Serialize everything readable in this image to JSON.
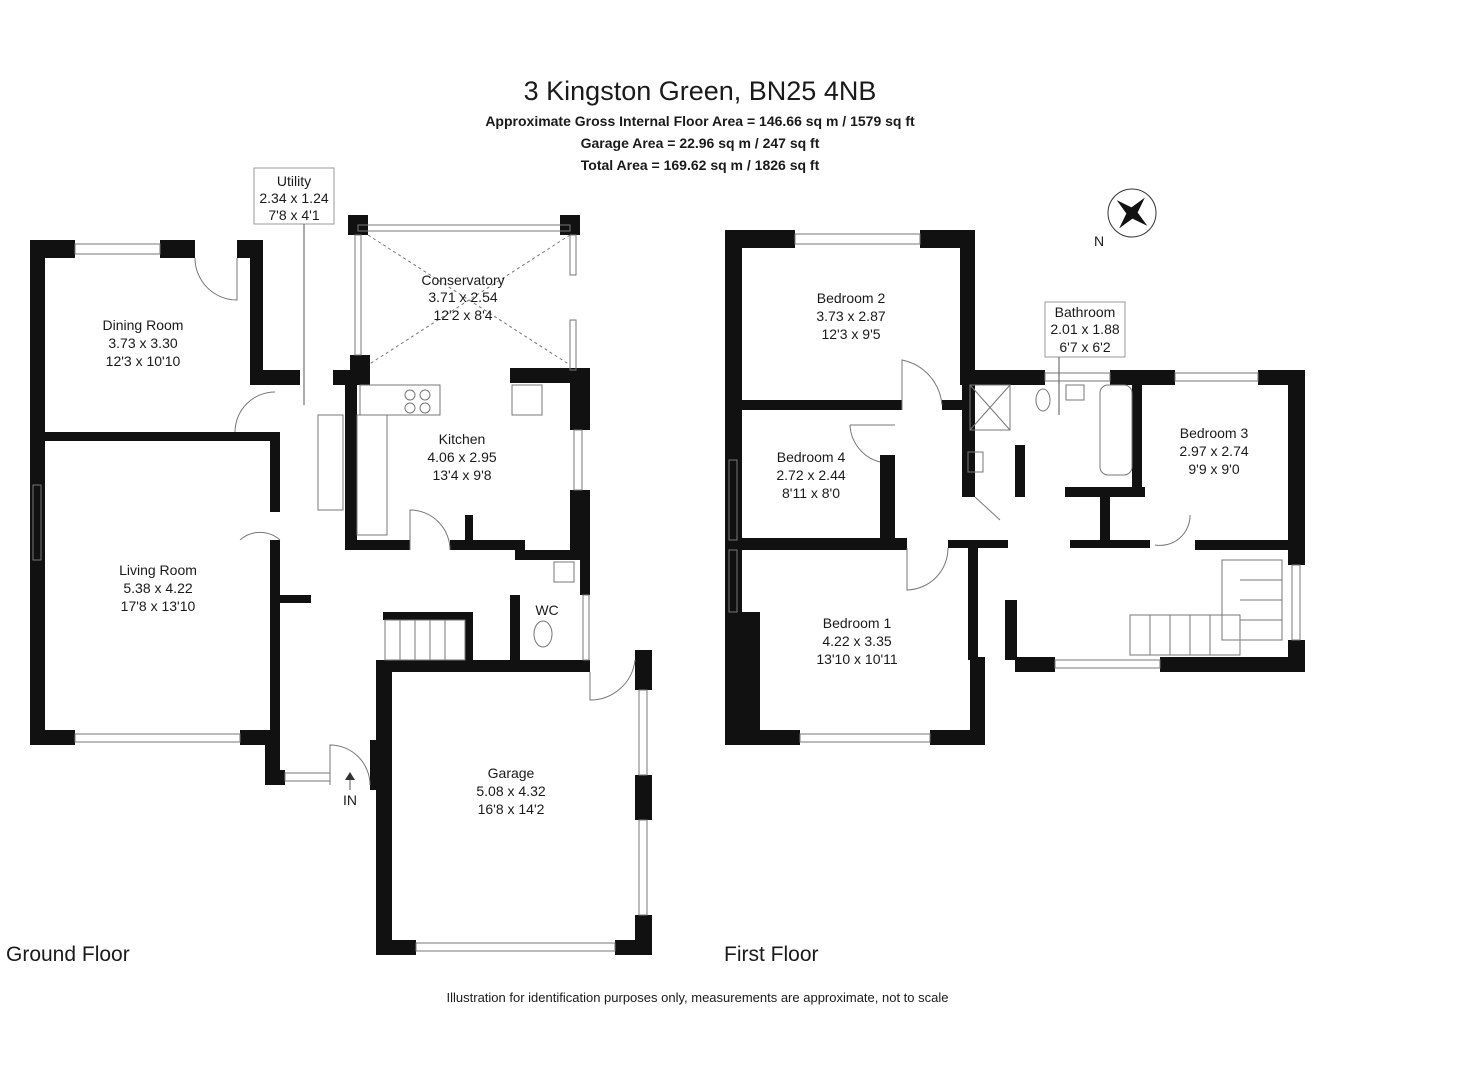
{
  "header": {
    "title": "3 Kingston Green, BN25 4NB",
    "gross_area": "Approximate Gross Internal Floor Area = 146.66 sq m / 1579 sq ft",
    "garage_area": "Garage Area = 22.96 sq m / 247 sq ft",
    "total_area": "Total Area = 169.62 sq m / 1826 sq ft"
  },
  "compass": {
    "label": "N",
    "icon": "compass-rose-icon"
  },
  "ground_floor": {
    "label": "Ground Floor",
    "entrance": "IN",
    "rooms": [
      {
        "name": "Utility",
        "metric": "2.34 x 1.24",
        "imperial": "7'8 x 4'1"
      },
      {
        "name": "Conservatory",
        "metric": "3.71 x 2.54",
        "imperial": "12'2 x 8'4"
      },
      {
        "name": "Dining Room",
        "metric": "3.73 x 3.30",
        "imperial": "12'3 x 10'10"
      },
      {
        "name": "Kitchen",
        "metric": "4.06 x 2.95",
        "imperial": "13'4 x 9'8"
      },
      {
        "name": "Living Room",
        "metric": "5.38 x 4.22",
        "imperial": "17'8 x 13'10"
      },
      {
        "name": "WC"
      },
      {
        "name": "Garage",
        "metric": "5.08 x 4.32",
        "imperial": "16'8 x 14'2"
      }
    ]
  },
  "first_floor": {
    "label": "First Floor",
    "rooms": [
      {
        "name": "Bedroom 2",
        "metric": "3.73 x 2.87",
        "imperial": "12'3 x 9'5"
      },
      {
        "name": "Bathroom",
        "metric": "2.01 x 1.88",
        "imperial": "6'7 x 6'2"
      },
      {
        "name": "Bedroom 4",
        "metric": "2.72 x 2.44",
        "imperial": "8'11 x 8'0"
      },
      {
        "name": "Bedroom 3",
        "metric": "2.97 x 2.74",
        "imperial": "9'9 x 9'0"
      },
      {
        "name": "Bedroom 1",
        "metric": "4.22 x 3.35",
        "imperial": "13'10 x 10'11"
      }
    ]
  },
  "footer": {
    "disclaimer": "Illustration for identification purposes only, measurements are approximate, not to scale"
  }
}
